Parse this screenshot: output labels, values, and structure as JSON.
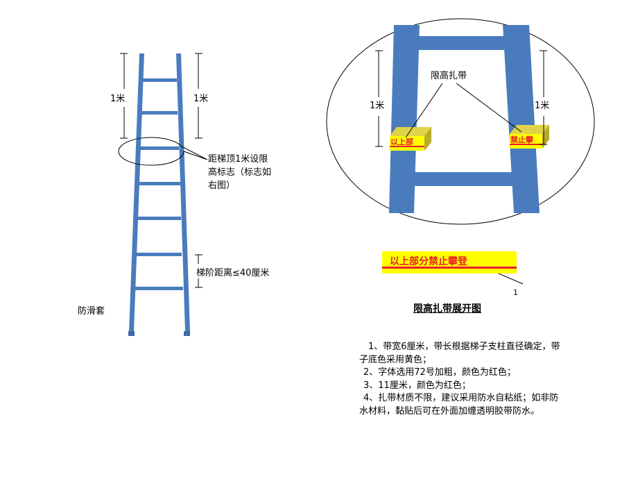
{
  "ladder": {
    "top_height_label_left": "1米",
    "top_height_label_right": "1米",
    "callout_text": [
      "距梯顶1米设限",
      "高标志（标志如",
      "右图）"
    ],
    "rung_spacing_label": "梯阶距离≤40厘米",
    "anti_slip_label": "防滑套"
  },
  "detail": {
    "band_label": "限高扎带",
    "left_height_label": "1米",
    "right_height_label": "1米",
    "left_tag_text": "以上部",
    "right_tag_text": "禁止攀"
  },
  "unfolded": {
    "strip_text": "以上部分禁止攀登",
    "pointer_label": "1",
    "title": "限高扎带展开图"
  },
  "notes": [
    "1、带宽6厘米，带长根据梯子支柱直径确定，带子底色采用黄色；",
    "2、字体选用72号加粗，颜色为红色；",
    "3、11厘米，颜色为红色；",
    "4、扎带材质不限，建议采用防水自粘纸；如非防水材料，黏贴后可在外面加缠透明胶带防水。"
  ],
  "colors": {
    "ladder_blue": "#4a7cbd",
    "band_yellow": "#ffff00",
    "text_red": "#e8202a"
  }
}
